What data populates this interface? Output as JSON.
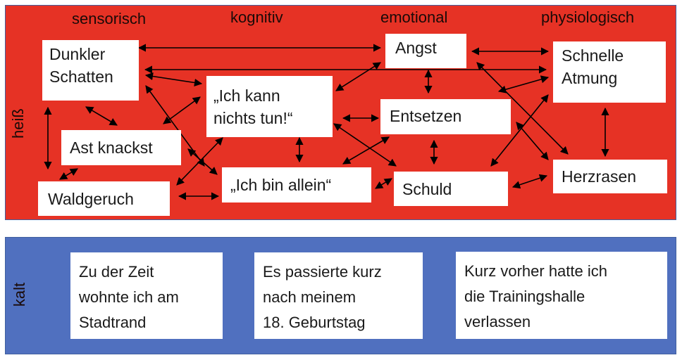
{
  "hot_section": {
    "side_label": "heiß",
    "color": "#e63225",
    "columns": [
      "sensorisch",
      "kognitiv",
      "emotional",
      "physiologisch"
    ],
    "nodes": {
      "dunkler_schatten": [
        "Dunkler",
        "Schatten"
      ],
      "angst": [
        "Angst"
      ],
      "schnelle_atmung": [
        "Schnelle",
        "Atmung"
      ],
      "ich_kann_nichts_tun": [
        "„Ich kann",
        "nichts tun!“"
      ],
      "entsetzen": [
        "Entsetzen"
      ],
      "ast_knackst": [
        "Ast knackst"
      ],
      "waldgeruch": [
        "Waldgeruch"
      ],
      "ich_bin_allein": [
        "„Ich bin allein“"
      ],
      "schuld": [
        "Schuld"
      ],
      "herzrasen": [
        "Herzrasen"
      ]
    },
    "connections": [
      [
        "dunkler_schatten",
        "angst"
      ],
      [
        "dunkler_schatten",
        "schnelle_atmung"
      ],
      [
        "dunkler_schatten",
        "ich_kann_nichts_tun"
      ],
      [
        "dunkler_schatten",
        "ich_bin_allein"
      ],
      [
        "dunkler_schatten",
        "ast_knackst"
      ],
      [
        "dunkler_schatten",
        "waldgeruch"
      ],
      [
        "ast_knackst",
        "waldgeruch"
      ],
      [
        "ast_knackst",
        "ich_kann_nichts_tun"
      ],
      [
        "ast_knackst",
        "ich_bin_allein"
      ],
      [
        "waldgeruch",
        "ich_kann_nichts_tun"
      ],
      [
        "waldgeruch",
        "ich_bin_allein"
      ],
      [
        "ich_kann_nichts_tun",
        "angst"
      ],
      [
        "ich_kann_nichts_tun",
        "entsetzen"
      ],
      [
        "ich_kann_nichts_tun",
        "ich_bin_allein"
      ],
      [
        "ich_kann_nichts_tun",
        "schuld"
      ],
      [
        "ich_bin_allein",
        "entsetzen"
      ],
      [
        "ich_bin_allein",
        "schuld"
      ],
      [
        "angst",
        "entsetzen"
      ],
      [
        "angst",
        "schnelle_atmung"
      ],
      [
        "angst",
        "herzrasen"
      ],
      [
        "entsetzen",
        "schuld"
      ],
      [
        "entsetzen",
        "schnelle_atmung"
      ],
      [
        "entsetzen",
        "herzrasen"
      ],
      [
        "schuld",
        "schnelle_atmung"
      ],
      [
        "schuld",
        "herzrasen"
      ],
      [
        "schnelle_atmung",
        "herzrasen"
      ]
    ]
  },
  "cold_section": {
    "side_label": "kalt",
    "color": "#5070bf",
    "items": [
      [
        "Zu der Zeit",
        "wohnte ich am",
        "Stadtrand"
      ],
      [
        "Es passierte kurz",
        "nach meinem",
        "18. Geburtstag"
      ],
      [
        "Kurz vorher hatte ich",
        "die Trainingshalle",
        "verlassen"
      ]
    ]
  }
}
